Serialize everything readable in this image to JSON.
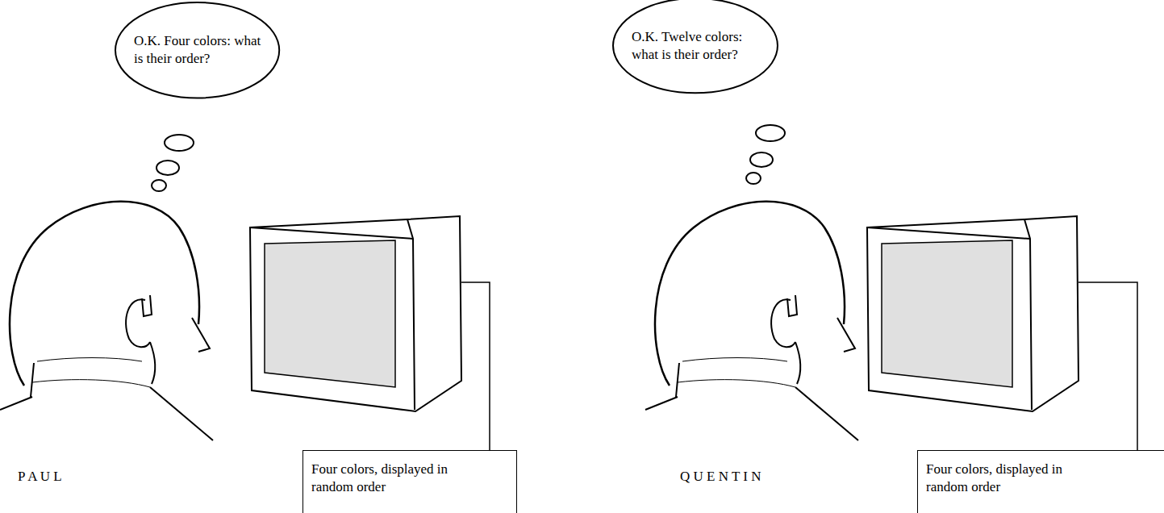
{
  "diagram": {
    "nodes": [
      {
        "text": [
          "O.K. Four colors: what is their order?"
        ]
      },
      {
        "text": [
          "O.K. Twelve colors: what is their order?"
        ]
      },
      {
        "text": [
          "Four colors, displayed in random order"
        ]
      },
      {
        "text": [
          "Four colors, displayed in random order"
        ]
      }
    ],
    "labels": [
      "P A U L",
      "Q U E N T I N"
    ]
  }
}
